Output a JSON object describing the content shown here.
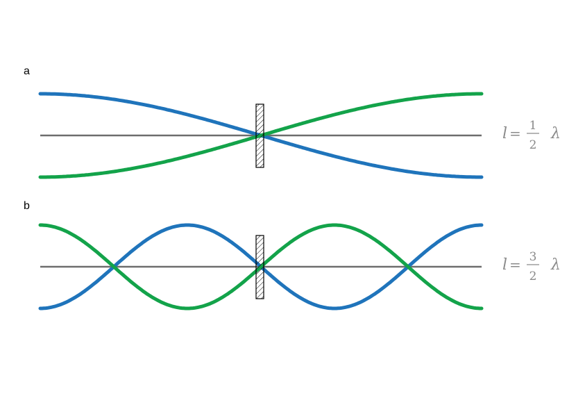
{
  "colors": {
    "wave_blue": "#1f74bb",
    "wave_green": "#13a34a",
    "axis": "#6d6d6d",
    "equation": "#8a8a8a",
    "fixed_support": "#000000"
  },
  "panels": [
    {
      "label": "a",
      "equation": {
        "variable": "l",
        "equals": "=",
        "numerator": "1",
        "denominator": "2",
        "unit": "λ"
      },
      "half_wavelengths": 1,
      "blue_sign": 1
    },
    {
      "label": "b",
      "equation": {
        "variable": "l",
        "equals": "=",
        "numerator": "3",
        "denominator": "2",
        "unit": "λ"
      },
      "half_wavelengths": 3,
      "blue_sign": -1
    }
  ]
}
